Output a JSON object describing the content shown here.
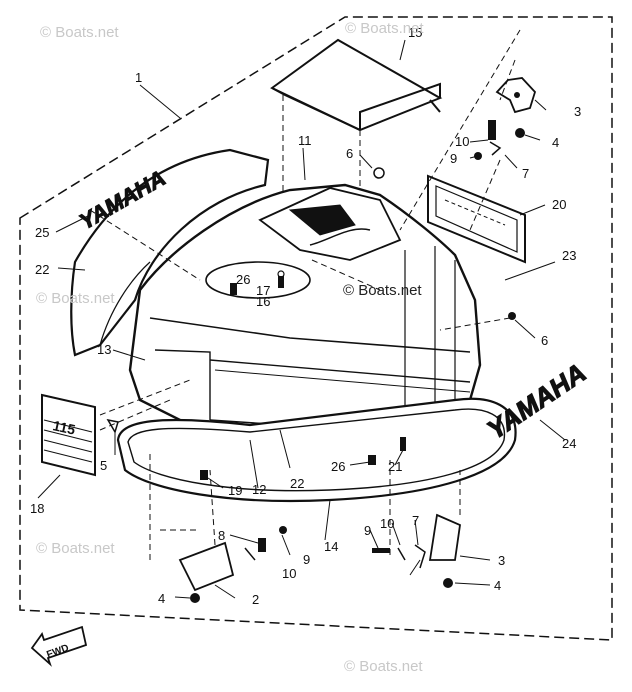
{
  "watermarks": {
    "top_left": "© Boats.net",
    "top_center": "© Boats.net",
    "mid_left": "© Boats.net",
    "center": "© Boats.net",
    "bottom_left": "© Boats.net",
    "bottom_right": "© Boats.net"
  },
  "decals": {
    "side_decal": "YAMAHA",
    "side_decal_top": "YAMAHA",
    "front_decal": "115",
    "fwd": "FWD"
  },
  "callouts": {
    "c1": "1",
    "c2": "2",
    "c3_top": "3",
    "c3_bottom": "3",
    "c4_top": "4",
    "c4_bottom_left": "4",
    "c4_bottom_right": "4",
    "c5": "5",
    "c6_top": "6",
    "c6_right": "6",
    "c7_top": "7",
    "c7_bottom": "7",
    "c8": "8",
    "c9_top": "9",
    "c9_bottom_left": "9",
    "c9_bottom_right": "9",
    "c10_top": "10",
    "c10_bottom_left": "10",
    "c10_bottom_right": "10",
    "c11": "11",
    "c12": "12",
    "c13": "13",
    "c14": "14",
    "c15": "15",
    "c16": "16",
    "c17": "17",
    "c18": "18",
    "c19": "19",
    "c20": "20",
    "c21": "21",
    "c22_left": "22",
    "c22_center": "22",
    "c23": "23",
    "c24": "24",
    "c25": "25",
    "c26_top": "26",
    "c26_bottom": "26"
  }
}
